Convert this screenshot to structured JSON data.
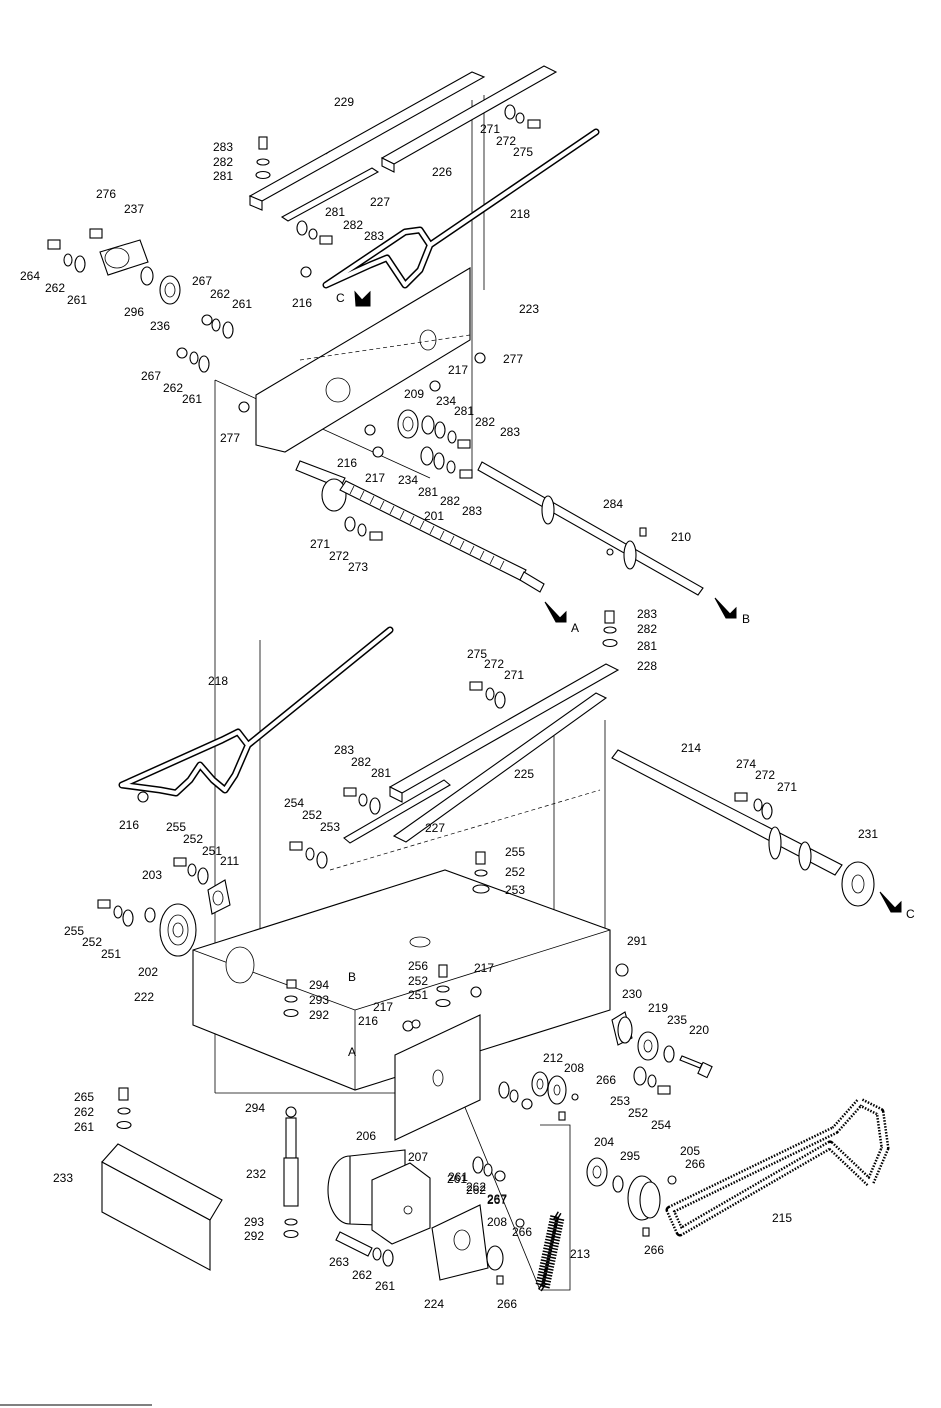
{
  "diagram": {
    "labels": [
      "229",
      "283",
      "282",
      "281",
      "271",
      "272",
      "275",
      "226",
      "227",
      "218",
      "276",
      "237",
      "264",
      "262",
      "261",
      "296",
      "236",
      "267",
      "262",
      "261",
      "281",
      "282",
      "283",
      "216",
      "223",
      "277",
      "267",
      "262",
      "261",
      "217",
      "209",
      "234",
      "281",
      "282",
      "283",
      "277",
      "216",
      "217",
      "234",
      "281",
      "282",
      "283",
      "284",
      "210",
      "201",
      "271",
      "272",
      "273",
      "283",
      "282",
      "281",
      "275",
      "272",
      "271",
      "228",
      "218",
      "214",
      "274",
      "272",
      "271",
      "283",
      "282",
      "281",
      "225",
      "216",
      "227",
      "254",
      "252",
      "253",
      "255",
      "252",
      "251",
      "211",
      "203",
      "231",
      "255",
      "252",
      "253",
      "255",
      "252",
      "251",
      "202",
      "291",
      "222",
      "294",
      "293",
      "292",
      "256",
      "252",
      "251",
      "217",
      "230",
      "219",
      "235",
      "220",
      "217",
      "216",
      "212",
      "208",
      "266",
      "253",
      "252",
      "254",
      "265",
      "262",
      "261",
      "294",
      "261",
      "262",
      "267",
      "204",
      "295",
      "205",
      "266",
      "232",
      "206",
      "207",
      "261",
      "262",
      "267",
      "215",
      "233",
      "293",
      "292",
      "208",
      "266",
      "263",
      "262",
      "261",
      "224",
      "266",
      "213",
      "266"
    ],
    "direction_markers": [
      "C",
      "A",
      "B",
      "C",
      "B",
      "A"
    ]
  }
}
